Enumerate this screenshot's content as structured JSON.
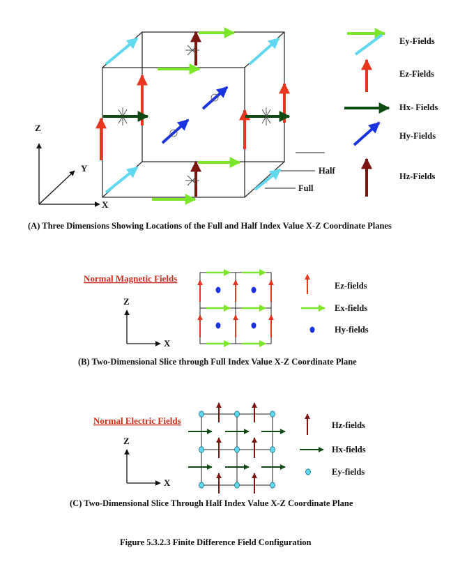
{
  "colors": {
    "ey": "#5fd8f0",
    "ez": "#e8361e",
    "hx": "#0f4a12",
    "hy": "#1a33e0",
    "hz": "#7a1510",
    "ex": "#7be62a",
    "title_red": "#cc2a1a"
  },
  "panel_a": {
    "axis_z": "Z",
    "axis_y": "Y",
    "axis_x": "X",
    "label_half": "Half",
    "label_full": "Full",
    "caption": "(A) Three Dimensions Showing Locations of the Full and Half Index Value X-Z Coordinate Planes",
    "legend": [
      {
        "key": "ey",
        "label": "Ey-Fields"
      },
      {
        "key": "ez",
        "label": "Ez-Fields"
      },
      {
        "key": "hx",
        "label": "Hx- Fields"
      },
      {
        "key": "hy",
        "label": "Hy-Fields"
      },
      {
        "key": "hz",
        "label": "Hz-Fields"
      }
    ]
  },
  "panel_b": {
    "title": "Normal Magnetic Fields",
    "axis_z": "Z",
    "axis_x": "X",
    "caption": "(B) Two-Dimensional Slice through Full Index Value X-Z Coordinate Plane",
    "legend": [
      {
        "key": "ez",
        "label": "Ez-fields"
      },
      {
        "key": "ex",
        "label": "Ex-fields"
      },
      {
        "key": "hy",
        "label": "Hy-fields"
      }
    ]
  },
  "panel_c": {
    "title": "Normal Electric Fields",
    "axis_z": "Z",
    "axis_x": "X",
    "caption": "(C) Two-Dimensional Slice Through Half Index Value X-Z Coordinate Plane",
    "legend": [
      {
        "key": "hz",
        "label": "Hz-fields"
      },
      {
        "key": "hx",
        "label": "Hx-fields"
      },
      {
        "key": "ey",
        "label": "Ey-fields"
      }
    ]
  },
  "figure_caption": "Figure 5.3.2.3 Finite Difference Field Configuration"
}
